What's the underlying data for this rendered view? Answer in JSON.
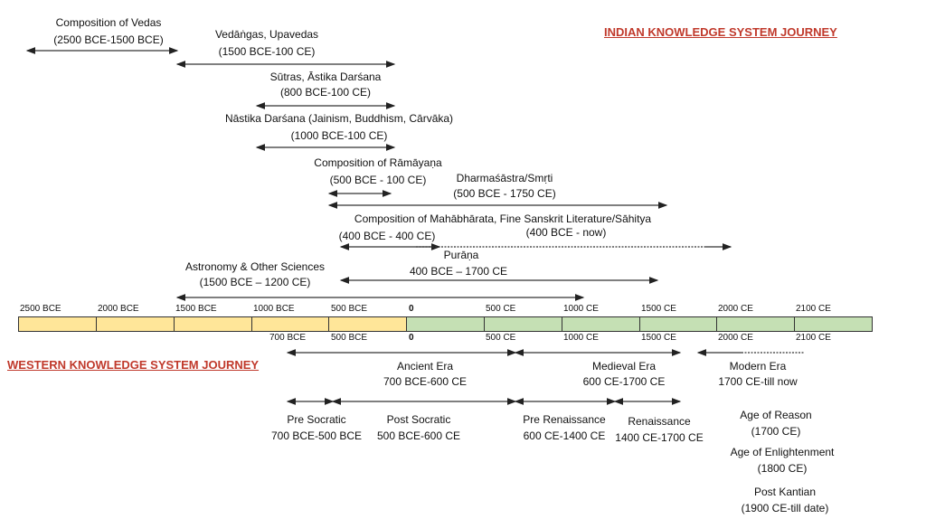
{
  "indian_title": "INDIAN KNOWLEDGE SYSTEM JOURNEY",
  "western_title": "WESTERN KNOWLEDGE SYSTEM JOURNEY",
  "indian": [
    {
      "label": "Composition of Vedas",
      "range": "(2500 BCE-1500 BCE)"
    },
    {
      "label": "Vedāṅgas, Upavedas",
      "range": "(1500 BCE-100 CE)"
    },
    {
      "label": "Sūtras, Āstika Darśana",
      "range": "(800 BCE-100 CE)"
    },
    {
      "label": "Nāstika Darśana (Jainism, Buddhism, Cārvāka)",
      "range": "(1000 BCE-100 CE)"
    },
    {
      "label": "Composition of Rāmāyaṇa",
      "range": "(500 BCE - 100 CE)"
    },
    {
      "label": "Dharmaśāstra/Smṛti",
      "range": "(500 BCE - 1750 CE)"
    },
    {
      "label": "Composition of Mahābhārata, Fine Sanskrit Literature/Sāhitya",
      "range": "(400 BCE - 400 CE)",
      "range2": "(400 BCE - now)"
    },
    {
      "label": "Purāṇa",
      "range": "400 BCE – 1700 CE"
    },
    {
      "label": "Astronomy & Other Sciences",
      "range": "(1500 BCE – 1200 CE)"
    }
  ],
  "timeline": {
    "top_ticks": [
      "2500 BCE",
      "2000 BCE",
      "1500 BCE",
      "1000 BCE",
      "500 BCE",
      "0",
      "500 CE",
      "1000 CE",
      "1500 CE",
      "2000 CE",
      "2100 CE"
    ],
    "bottom_ticks": [
      "700 BCE",
      "500 BCE",
      "0",
      "500 CE",
      "1000 CE",
      "1500 CE",
      "2000 CE",
      "2100 CE"
    ],
    "bce_color": "#ffe699",
    "ce_color": "#c5e0b4"
  },
  "western": {
    "eras": [
      {
        "label": "Ancient Era",
        "range": "700 BCE-600 CE"
      },
      {
        "label": "Medieval Era",
        "range": "600 CE-1700 CE"
      },
      {
        "label": "Modern Era",
        "range": "1700 CE-till now"
      }
    ],
    "periods": [
      {
        "label": "Pre Socratic",
        "range": "700 BCE-500 BCE"
      },
      {
        "label": "Post Socratic",
        "range": "500 BCE-600 CE"
      },
      {
        "label": "Pre Renaissance",
        "range": "600 CE-1400 CE"
      },
      {
        "label": "Renaissance",
        "range": "1400 CE-1700 CE"
      }
    ],
    "modern": [
      {
        "label": "Age of Reason",
        "range": "(1700 CE)"
      },
      {
        "label": "Age of Enlightenment",
        "range": "(1800 CE)"
      },
      {
        "label": "Post Kantian",
        "range": "(1900 CE-till date)"
      }
    ]
  }
}
